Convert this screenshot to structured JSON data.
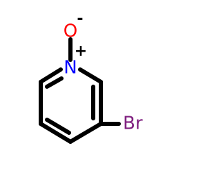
{
  "molecule": {
    "atoms": {
      "oxygen": {
        "symbol": "O",
        "charge": "-"
      },
      "nitrogen": {
        "symbol": "N",
        "charge": "+"
      },
      "bromine": {
        "symbol": "Br"
      }
    }
  },
  "colors": {
    "bond": "#000000",
    "oxygen": "#ff0000",
    "nitrogen": "#0000ff",
    "bromine": "#7f1f7f",
    "charge": "#000000"
  }
}
